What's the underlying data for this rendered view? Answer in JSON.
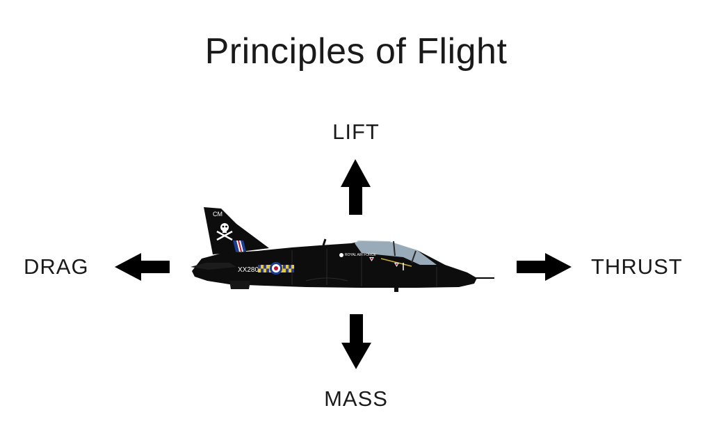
{
  "title": "Principles of Flight",
  "forces": {
    "lift": "LIFT",
    "mass": "MASS",
    "drag": "DRAG",
    "thrust": "THRUST"
  },
  "aircraft": {
    "tail_code": "CM",
    "serial": "XX280",
    "roundel_text": "ROYAL AIR FORCE"
  },
  "colors": {
    "aircraft": "#0d0d0d",
    "arrow": "#000000",
    "text": "#1a1a1a",
    "canopy": "#a9bccb",
    "checker_yellow": "#e7c93a",
    "checker_blue": "#2c3f8f",
    "roundel_red": "#c8102e",
    "roundel_blue": "#1c3f94"
  }
}
